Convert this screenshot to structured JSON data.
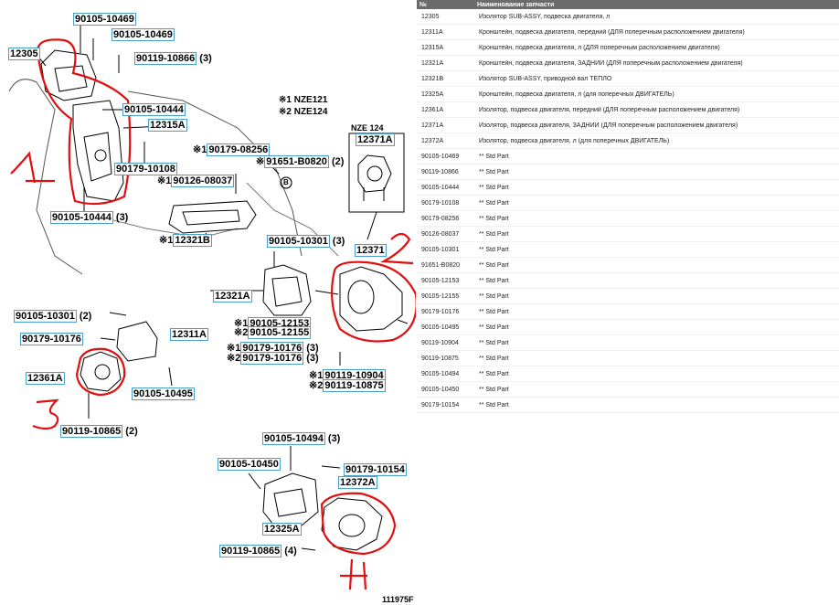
{
  "diagram": {
    "labels": [
      {
        "id": "l01",
        "pn": "90105-10469",
        "suffix": ""
      },
      {
        "id": "l02",
        "pn": "90105-10469",
        "suffix": ""
      },
      {
        "id": "l03",
        "pn": "12305",
        "suffix": ""
      },
      {
        "id": "l04",
        "pn": "90119-10866",
        "suffix": " (3)"
      },
      {
        "id": "l05",
        "pn": "90105-10444",
        "suffix": ""
      },
      {
        "id": "l06",
        "pn": "12315A",
        "suffix": ""
      },
      {
        "id": "l07",
        "pn": "90179-08256",
        "prefix": "※1",
        "suffix": ""
      },
      {
        "id": "l08",
        "pn": "91651-B0820",
        "prefix": "※",
        "suffix": " (2)"
      },
      {
        "id": "l09",
        "pn": "90179-10108",
        "suffix": ""
      },
      {
        "id": "l10",
        "pn": "90126-08037",
        "prefix": "※1",
        "suffix": ""
      },
      {
        "id": "l11",
        "pn": "90105-10444",
        "suffix": " (3)"
      },
      {
        "id": "l12",
        "pn": "12321B",
        "prefix": "※1",
        "suffix": ""
      },
      {
        "id": "l13",
        "pn": "12371A",
        "suffix": ""
      },
      {
        "id": "l14",
        "pn": "90105-10301",
        "suffix": " (3)"
      },
      {
        "id": "l15",
        "pn": "12371",
        "suffix": ""
      },
      {
        "id": "l16",
        "pn": "12321A",
        "suffix": ""
      },
      {
        "id": "l17",
        "pn": "90105-10301",
        "suffix": " (2)"
      },
      {
        "id": "l18",
        "pn": "12311A",
        "suffix": ""
      },
      {
        "id": "l19",
        "pn": "90179-10176",
        "suffix": ""
      },
      {
        "id": "l20",
        "pn": "90105-12153",
        "prefix": "※1",
        "suffix": ""
      },
      {
        "id": "l21",
        "pn": "90105-12155",
        "prefix": "※2",
        "suffix": ""
      },
      {
        "id": "l22",
        "pn": "90179-10176",
        "prefix": "※1",
        "suffix": " (3)"
      },
      {
        "id": "l23",
        "pn": "90179-10176",
        "prefix": "※2",
        "suffix": " (3)"
      },
      {
        "id": "l24",
        "pn": "12361A",
        "suffix": ""
      },
      {
        "id": "l25",
        "pn": "90105-10495",
        "suffix": ""
      },
      {
        "id": "l26",
        "pn": "90119-10904",
        "prefix": "※1",
        "suffix": ""
      },
      {
        "id": "l27",
        "pn": "90119-10875",
        "prefix": "※2",
        "suffix": ""
      },
      {
        "id": "l28",
        "pn": "90119-10865",
        "suffix": " (2)"
      },
      {
        "id": "l29",
        "pn": "90105-10494",
        "suffix": " (3)"
      },
      {
        "id": "l30",
        "pn": "90105-10450",
        "suffix": ""
      },
      {
        "id": "l31",
        "pn": "90179-10154",
        "suffix": ""
      },
      {
        "id": "l32",
        "pn": "12372A",
        "suffix": ""
      },
      {
        "id": "l33",
        "pn": "12325A",
        "suffix": ""
      },
      {
        "id": "l34",
        "pn": "90119-10865",
        "suffix": " (4)"
      }
    ],
    "notes": {
      "legend1": "※1 NZE121",
      "legend2": "※2 NZE124",
      "nze124_caption": "NZE 124",
      "circle_b": "B",
      "diagram_code": "111975F"
    },
    "red_marks": [
      "1",
      "2",
      "3",
      "4"
    ],
    "colors": {
      "label_border": "#4aa0c8",
      "red_marker": "#e01010"
    }
  },
  "table": {
    "headers": {
      "num": "№",
      "name": "Наименование запчасти"
    },
    "rows": [
      {
        "num": "12305",
        "name": "Изолятор SUB-ASSY, подвеска двигателя, л"
      },
      {
        "num": "12311A",
        "name": "Кронштейн, подвеска двигателя, передний (ДЛЯ поперечным расположением двигателя)"
      },
      {
        "num": "12315A",
        "name": "Кронштейн, подвеска двигателя, л (ДЛЯ поперечным расположением двигателя)"
      },
      {
        "num": "12321A",
        "name": "Кронштейн, подвеска двигателя, ЗАДНИЙ (ДЛЯ поперечным расположением двигателя)"
      },
      {
        "num": "12321B",
        "name": "Изолятор SUB-ASSY, приводной вал ТЕПЛО"
      },
      {
        "num": "12325A",
        "name": "Кронштейн, подвеска двигателя, л (для поперечных ДВИГАТЕЛЬ)"
      },
      {
        "num": "12361A",
        "name": "Изолятор, подвеска двигателя, передний (ДЛЯ поперечным расположением двигателя)"
      },
      {
        "num": "12371A",
        "name": "Изолятор, подвеска двигателя, ЗАДНИЙ (ДЛЯ поперечным расположением двигателя)"
      },
      {
        "num": "12372A",
        "name": "Изолятор, подвеска двигателя, л (для поперечных ДВИГАТЕЛЬ)"
      },
      {
        "num": "90105-10469",
        "name": "** Std Part"
      },
      {
        "num": "90119-10866",
        "name": "** Std Part"
      },
      {
        "num": "90105-10444",
        "name": "** Std Part"
      },
      {
        "num": "90179-10108",
        "name": "** Std Part"
      },
      {
        "num": "90179-08256",
        "name": "** Std Part"
      },
      {
        "num": "90126-08037",
        "name": "** Std Part"
      },
      {
        "num": "90105-10301",
        "name": "** Std Part"
      },
      {
        "num": "91651-B0820",
        "name": "** Std Part"
      },
      {
        "num": "90105-12153",
        "name": "** Std Part"
      },
      {
        "num": "90105-12155",
        "name": "** Std Part"
      },
      {
        "num": "90179-10176",
        "name": "** Std Part"
      },
      {
        "num": "90105-10495",
        "name": "** Std Part"
      },
      {
        "num": "90119-10904",
        "name": "** Std Part"
      },
      {
        "num": "90119-10875",
        "name": "** Std Part"
      },
      {
        "num": "90105-10494",
        "name": "** Std Part"
      },
      {
        "num": "90105-10450",
        "name": "** Std Part"
      },
      {
        "num": "90179-10154",
        "name": "** Std Part"
      }
    ]
  }
}
